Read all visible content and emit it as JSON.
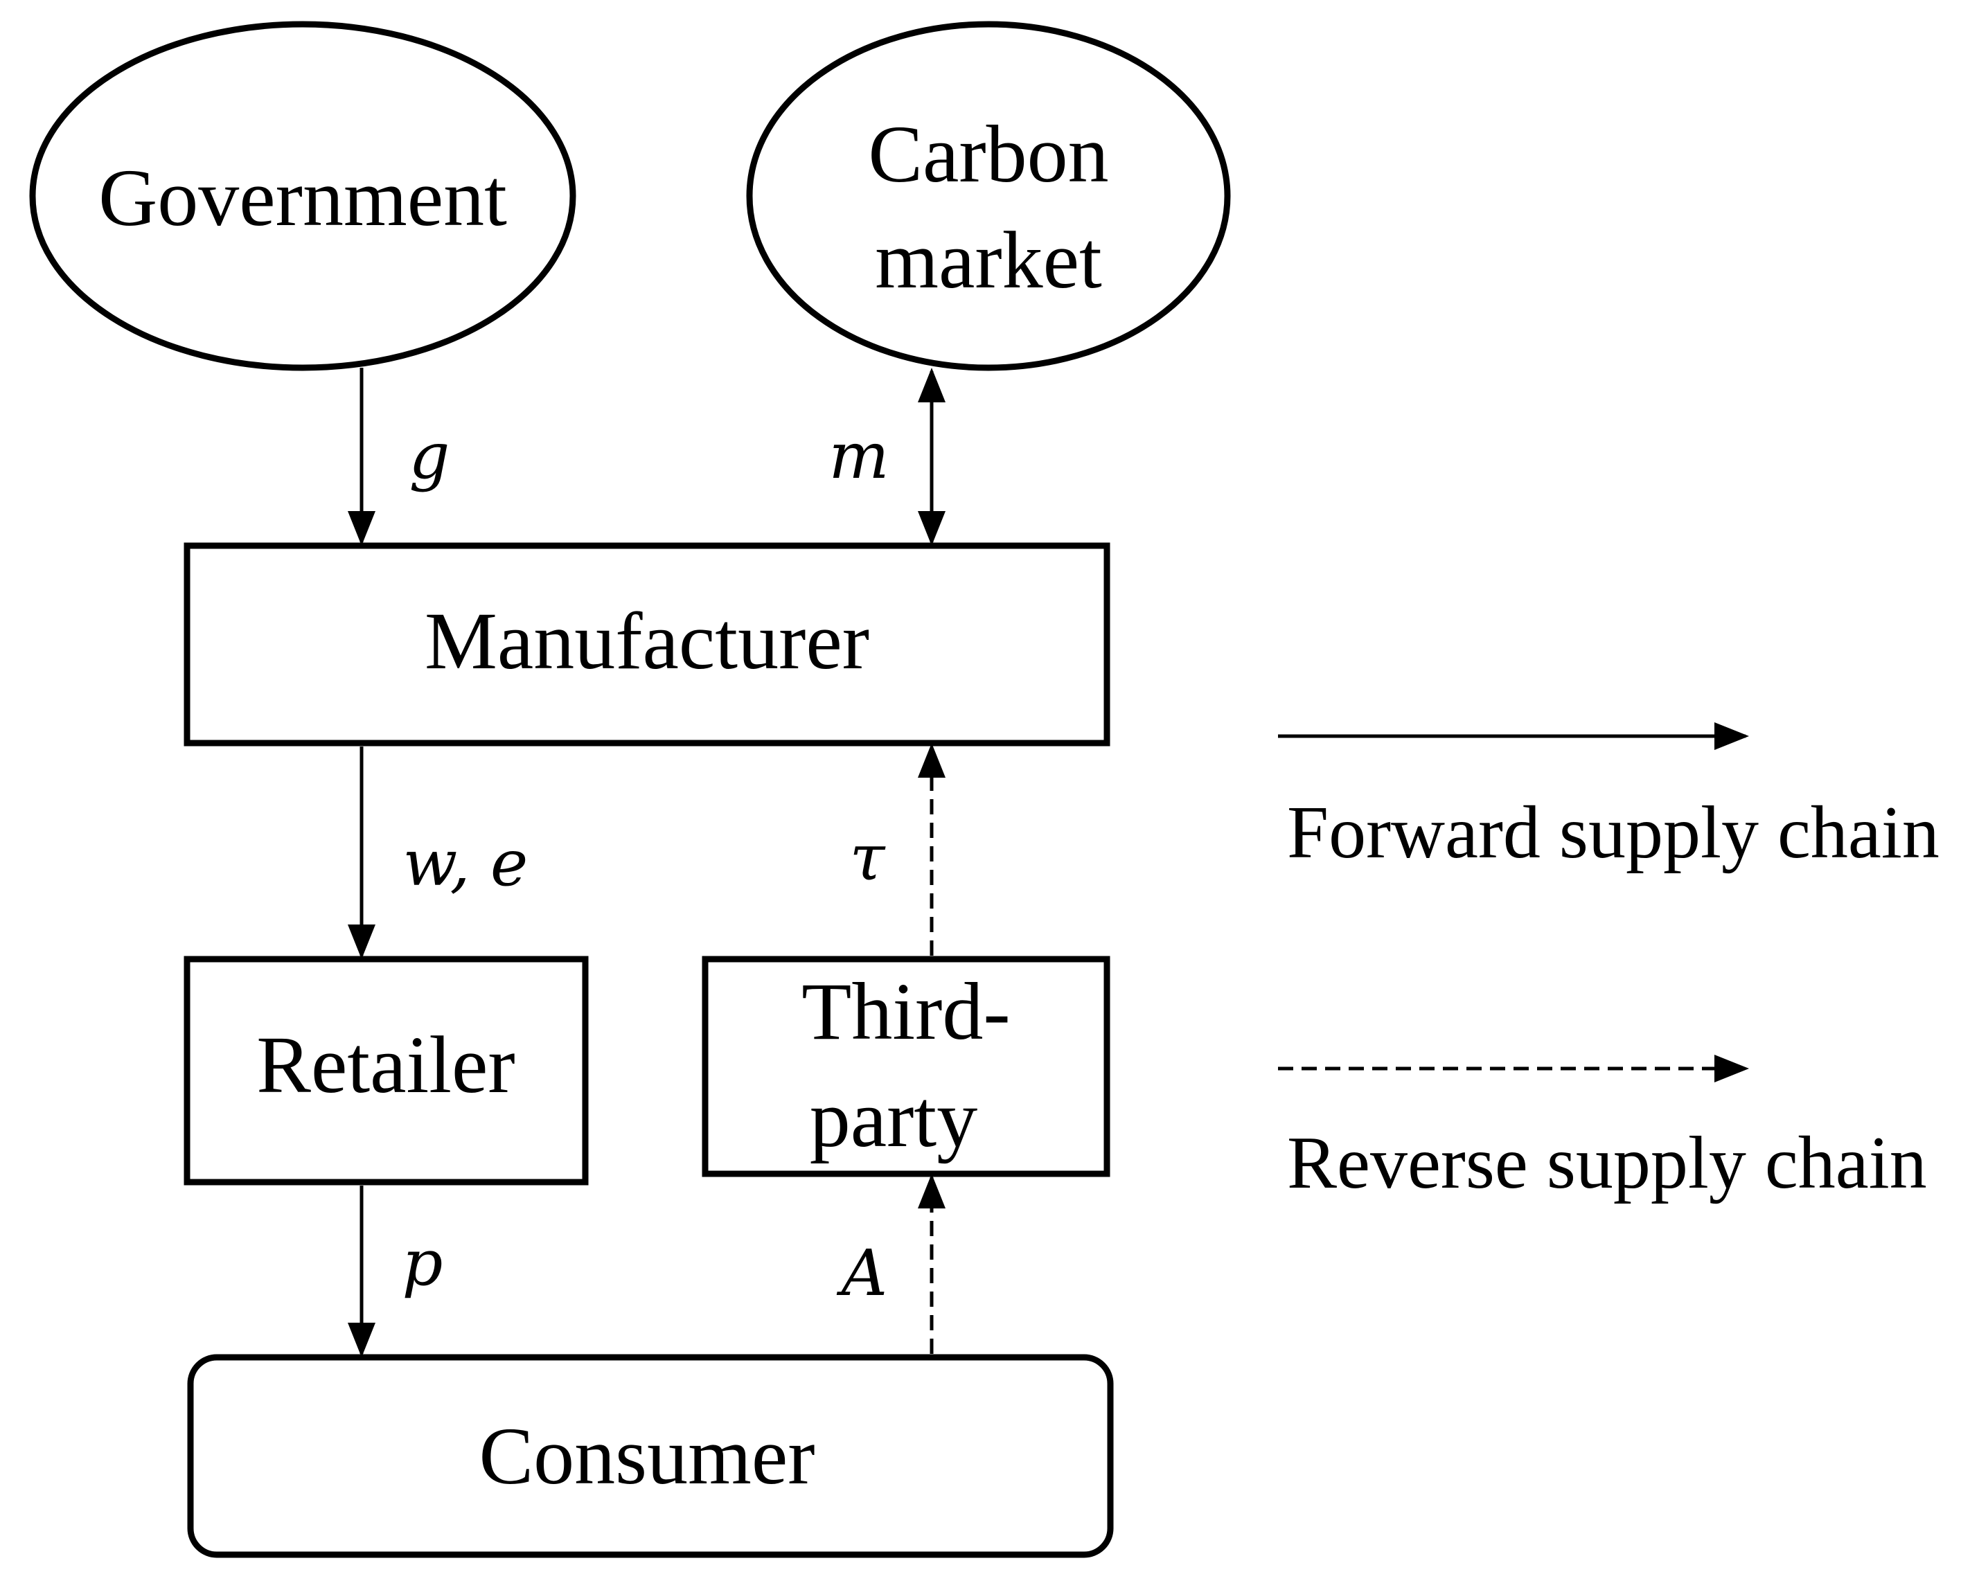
{
  "nodes": {
    "government": "Government",
    "carbon_market_line1": "Carbon",
    "carbon_market_line2": "market",
    "manufacturer": "Manufacturer",
    "retailer": "Retailer",
    "third_party_line1": "Third-",
    "third_party_line2": "party",
    "consumer": "Consumer"
  },
  "flows": {
    "government_to_manufacturer": "g",
    "carbon_market_manufacturer": "m",
    "manufacturer_to_retailer": "w, e",
    "third_party_to_manufacturer": "τ",
    "retailer_to_consumer": "p",
    "consumer_to_third_party": "A"
  },
  "legend": {
    "forward": "Forward supply chain",
    "reverse": "Reverse supply chain"
  }
}
